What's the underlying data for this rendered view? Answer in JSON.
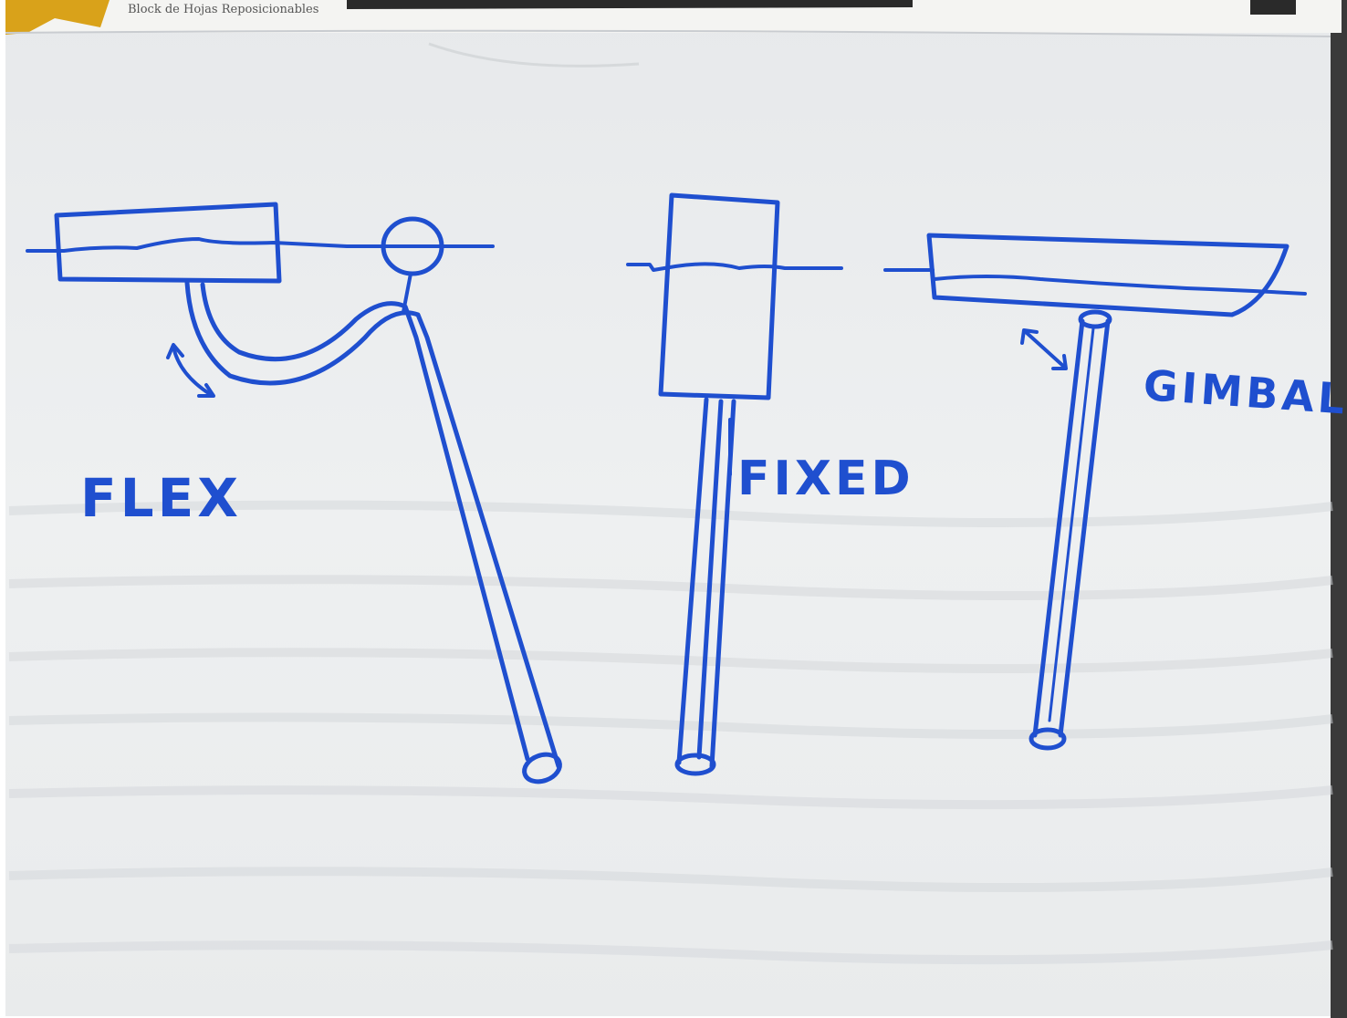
{
  "colors": {
    "ink": "#1f4fcf",
    "paper": "#eceef0",
    "paper_shadow": "#d9dcdf",
    "pad_tape": "#d9a21a"
  },
  "header_strip": {
    "text": "Block de Hojas Reposicionables"
  },
  "labels": {
    "flex": "FLEX",
    "fixed": "FIXED",
    "gimbal": "GIMBAL"
  }
}
